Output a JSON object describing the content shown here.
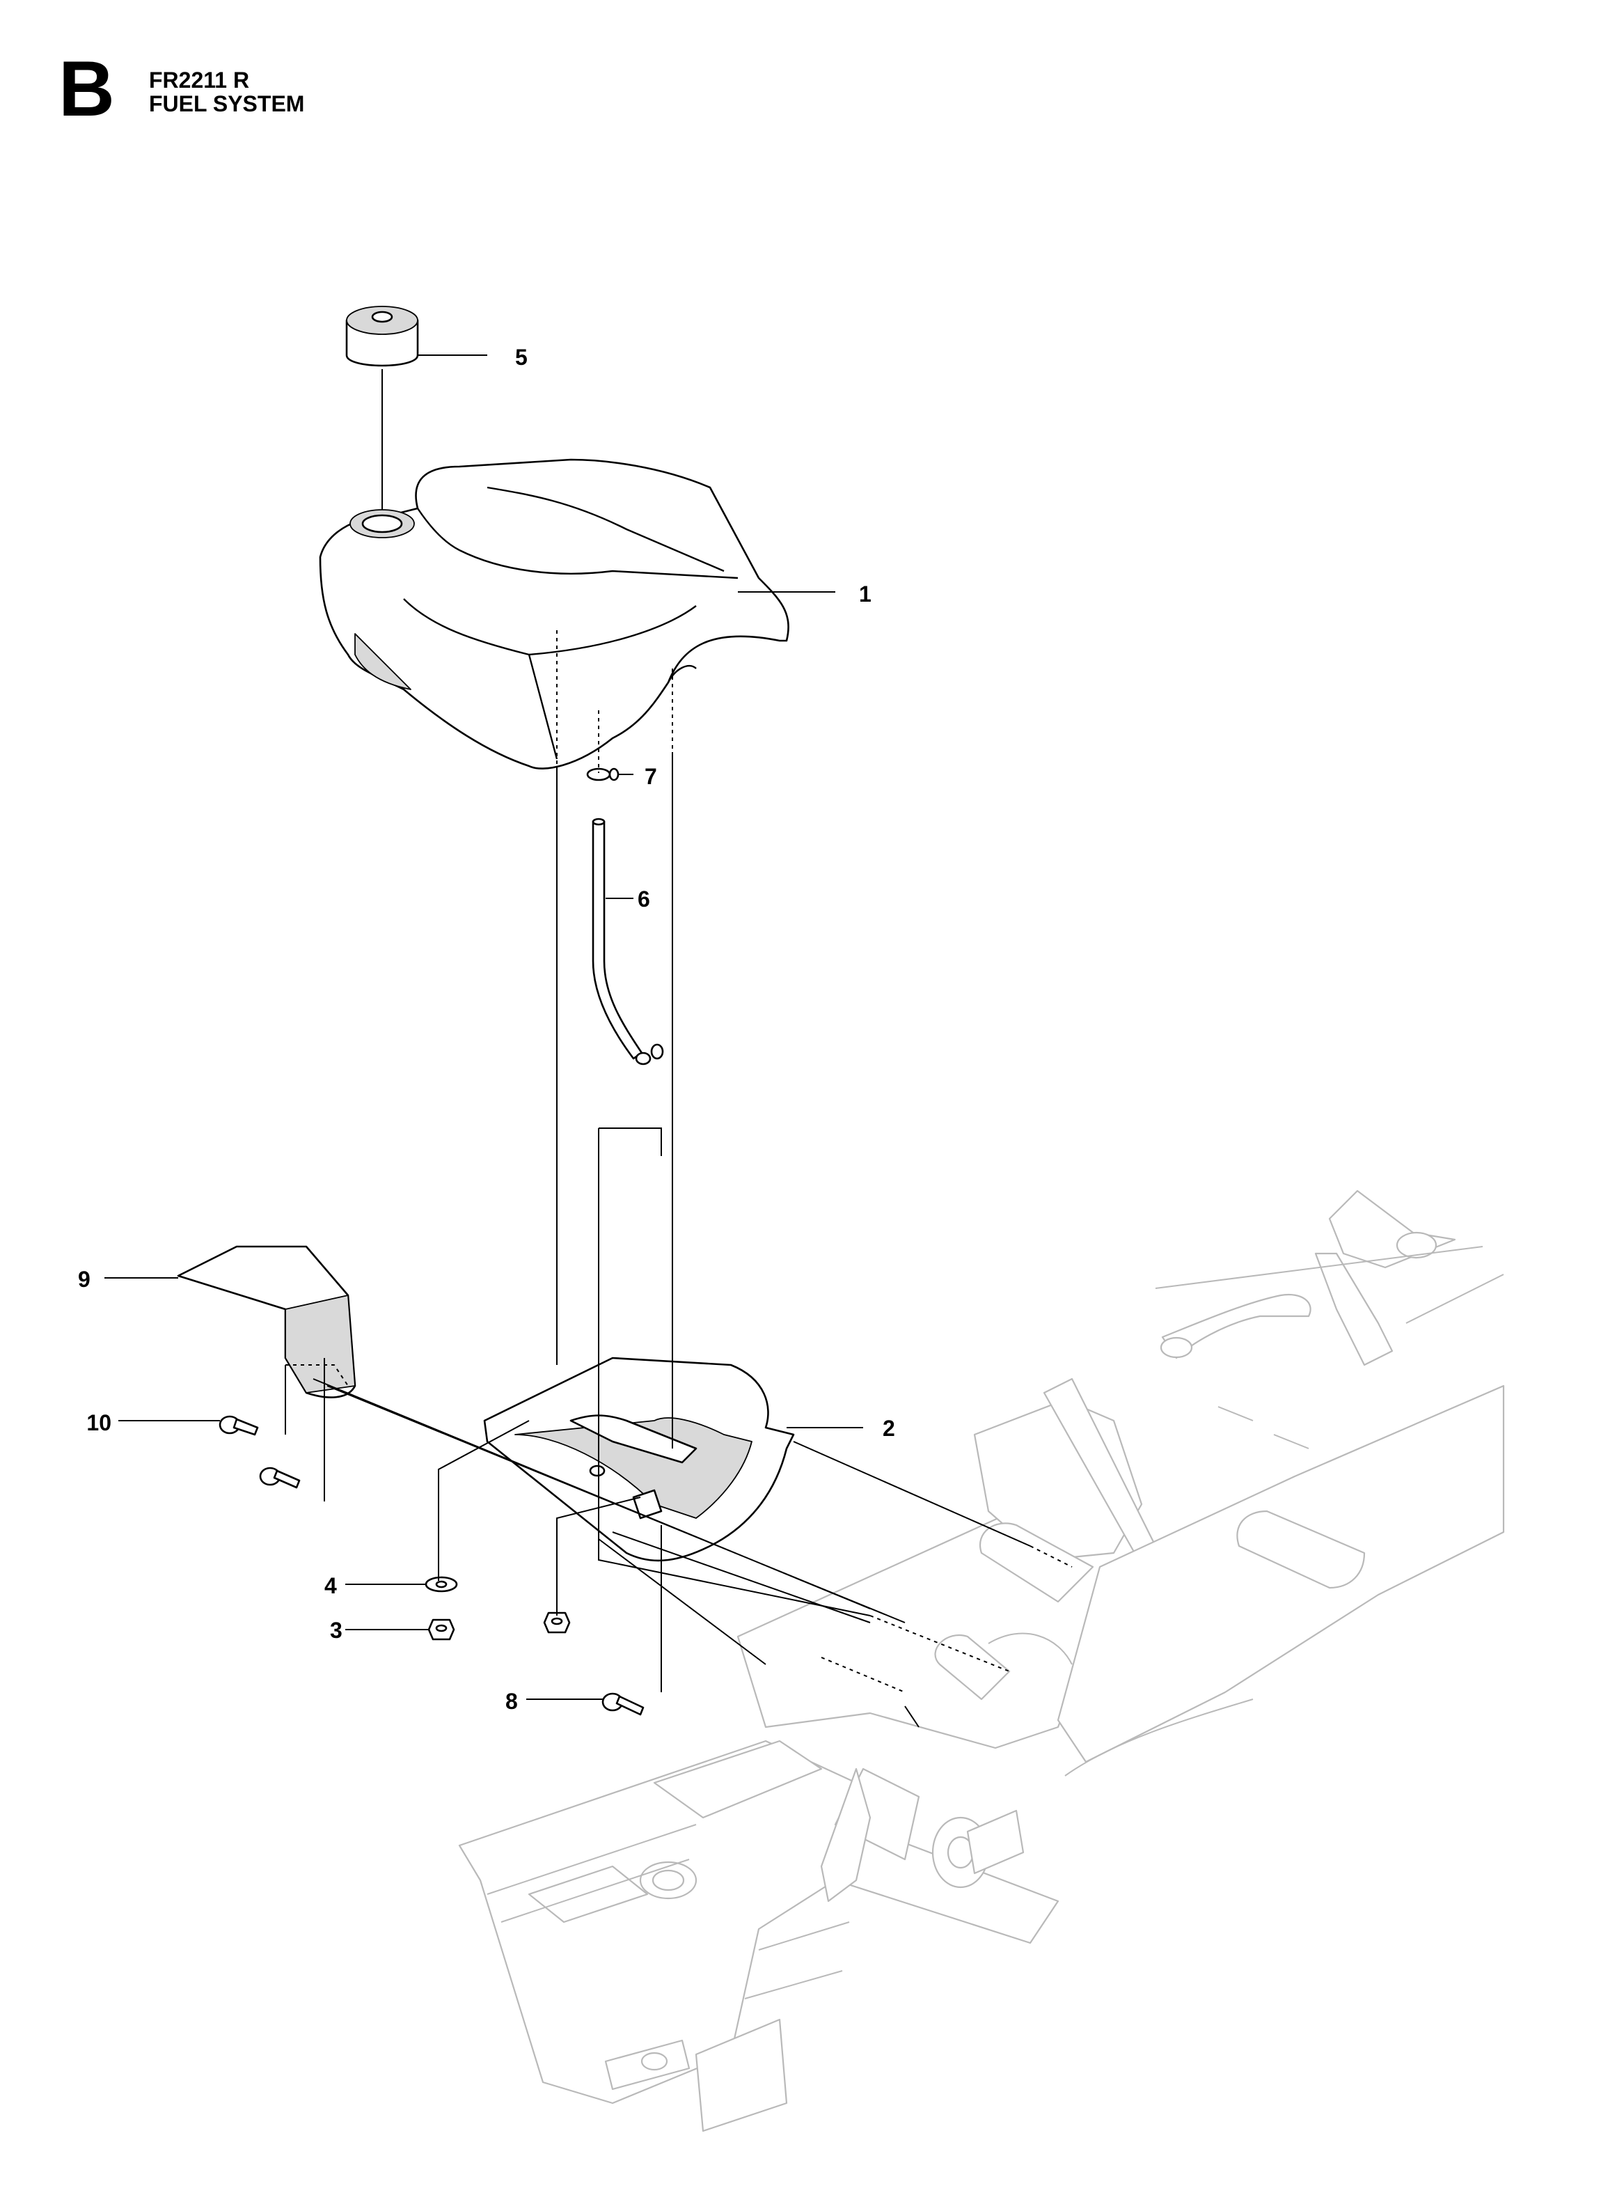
{
  "header": {
    "section_letter": "B",
    "model": "FR2211 R",
    "title": "FUEL SYSTEM"
  },
  "callouts": [
    {
      "id": "callout-1",
      "number": "1"
    },
    {
      "id": "callout-2",
      "number": "2"
    },
    {
      "id": "callout-3",
      "number": "3"
    },
    {
      "id": "callout-4",
      "number": "4"
    },
    {
      "id": "callout-5",
      "number": "5"
    },
    {
      "id": "callout-6",
      "number": "6"
    },
    {
      "id": "callout-7",
      "number": "7"
    },
    {
      "id": "callout-8",
      "number": "8"
    },
    {
      "id": "callout-9",
      "number": "9"
    },
    {
      "id": "callout-10",
      "number": "10"
    }
  ]
}
